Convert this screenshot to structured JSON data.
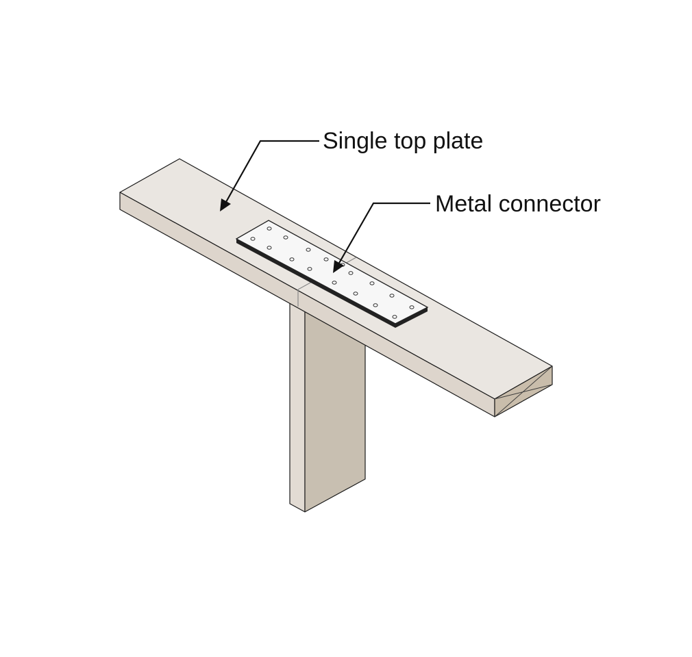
{
  "labels": {
    "top_plate": "Single top plate",
    "connector": "Metal connector"
  },
  "colors": {
    "plate_top": "#eae6e1",
    "plate_side": "#ddd5cc",
    "plate_end": "#c9bdab",
    "stud_front": "#c8bfb1",
    "stud_side": "#e2dbd3",
    "connector": "#f7f7f7",
    "connector_edge": "#222222",
    "text": "#111111"
  },
  "connector_hole_count": 17
}
